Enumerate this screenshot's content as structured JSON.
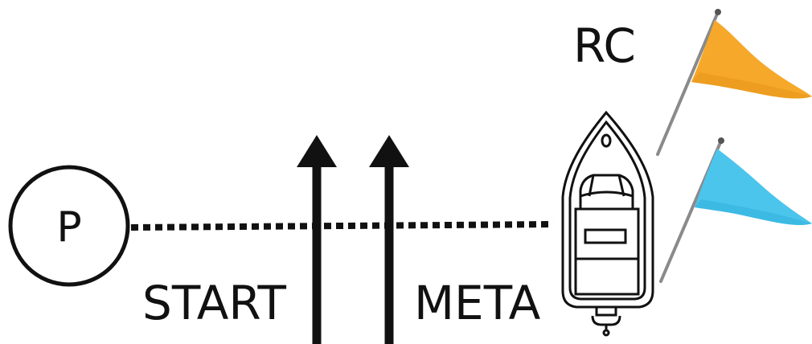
{
  "diagram": {
    "pin_label": "P",
    "start_label": "START",
    "finish_label": "META",
    "committee_label": "RC"
  },
  "colors": {
    "ink": "#111111",
    "flag_top": "#f5a82a",
    "flag_bottom": "#4cc5ec",
    "flag_pole": "#8a8a8a"
  },
  "icons": {
    "pin": "buoy-icon",
    "arrows": "up-arrow-icon",
    "boat": "boat-icon",
    "flags": "flag-icon"
  }
}
